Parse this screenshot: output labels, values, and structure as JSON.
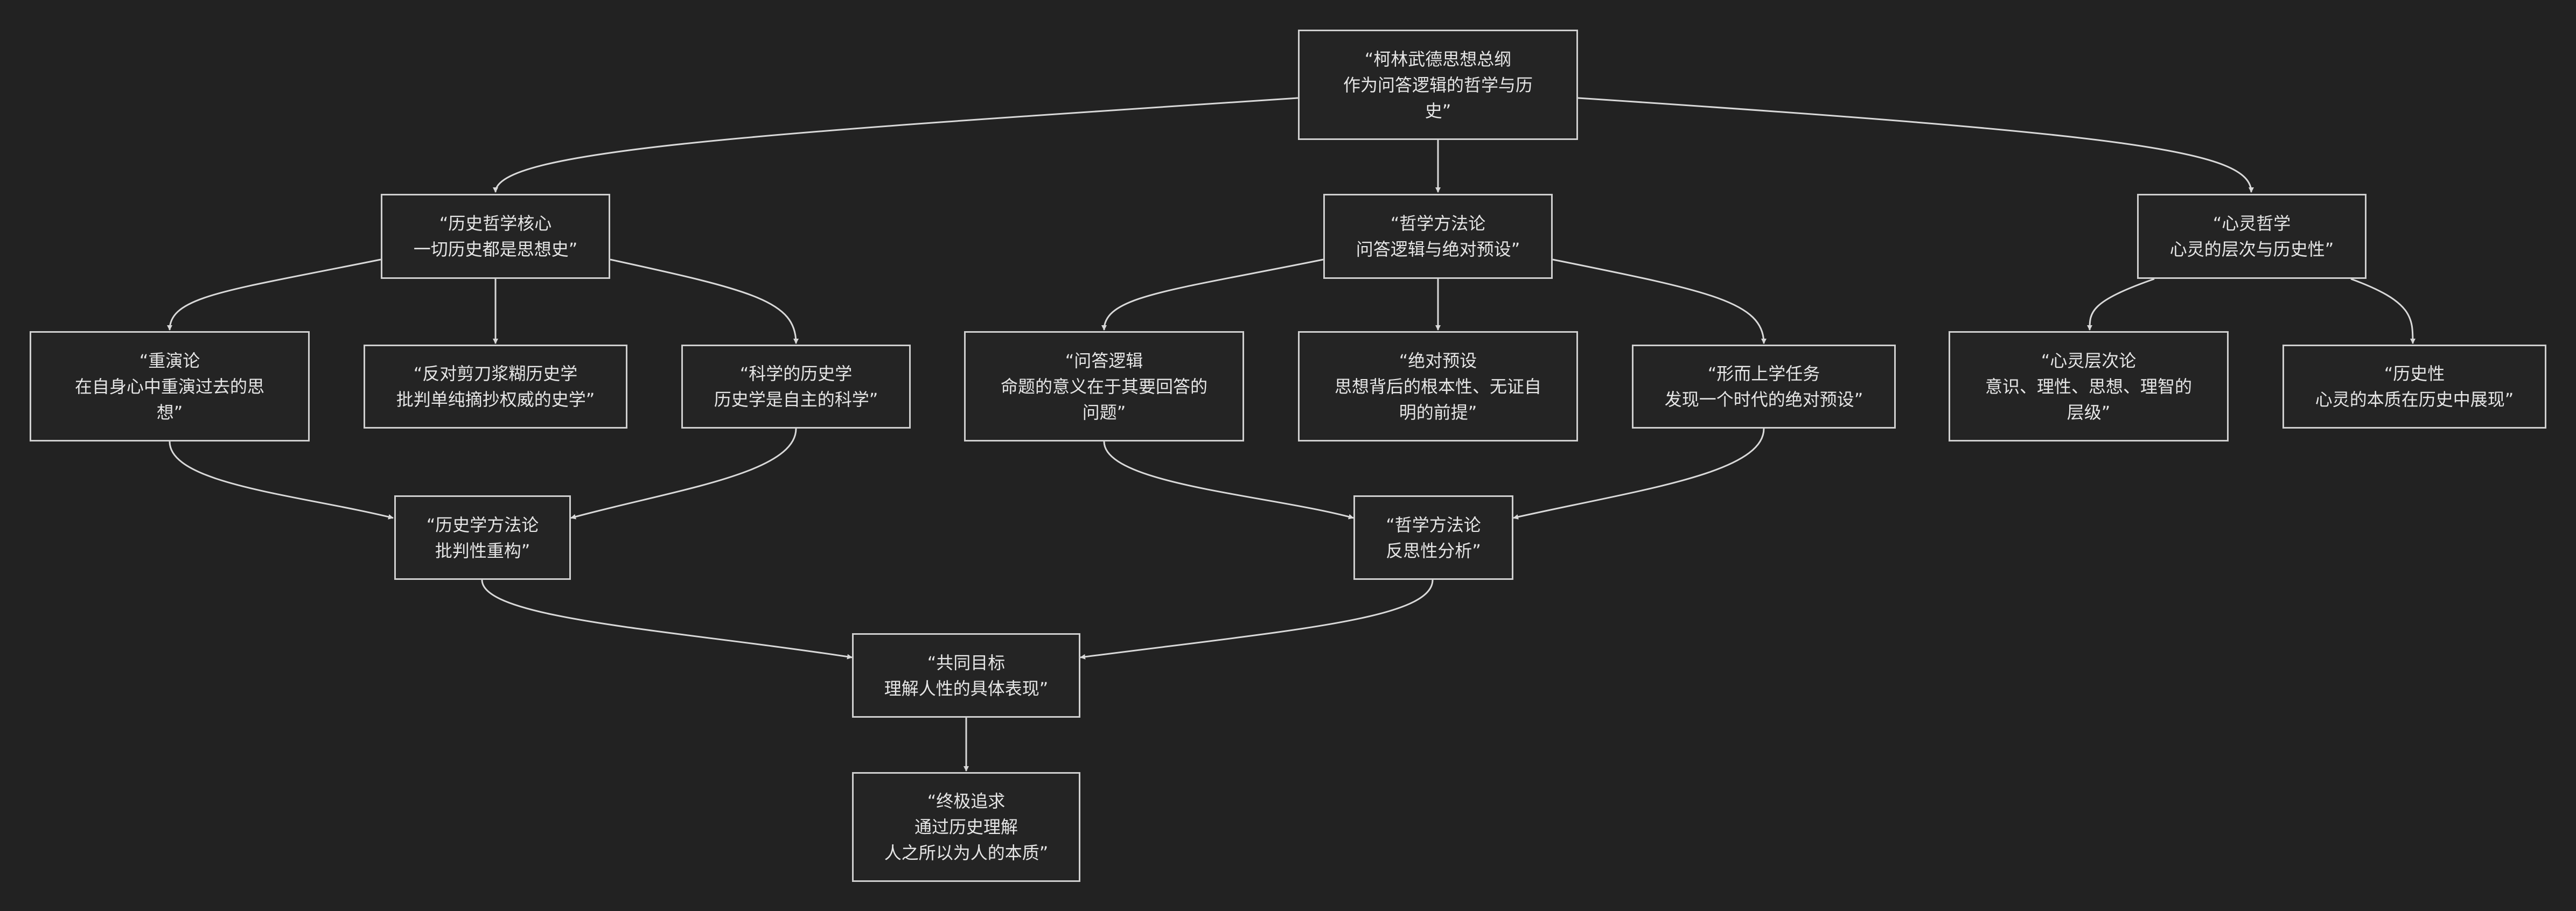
{
  "diagram": {
    "nodes": [
      {
        "id": "root",
        "label": "“柯林武德思想总纲\n作为问答逻辑的哲学与历\n史”"
      },
      {
        "id": "history_core",
        "label": "“历史哲学核心\n一切历史都是思想史”"
      },
      {
        "id": "philosophy_method",
        "label": "“哲学方法论\n问答逻辑与绝对预设”"
      },
      {
        "id": "mind_philosophy",
        "label": "“心灵哲学\n心灵的层次与历史性”"
      },
      {
        "id": "reenactment",
        "label": "“重演论\n在自身心中重演过去的思\n想”"
      },
      {
        "id": "anti_scissors",
        "label": "“反对剪刀浆糊历史学\n批判单纯摘抄权威的史学”"
      },
      {
        "id": "scientific_history",
        "label": "“科学的历史学\n历史学是自主的科学”"
      },
      {
        "id": "qa_logic",
        "label": "“问答逻辑\n命题的意义在于其要回答的\n问题”"
      },
      {
        "id": "absolute_presuppositions",
        "label": "“绝对预设\n思想背后的根本性、无证自\n明的前提”"
      },
      {
        "id": "metaphysics_task",
        "label": "“形而上学任务\n发现一个时代的绝对预设”"
      },
      {
        "id": "mind_levels",
        "label": "“心灵层次论\n意识、理性、思想、理智的\n层级”"
      },
      {
        "id": "historicity",
        "label": "“历史性\n心灵的本质在历史中展现”"
      },
      {
        "id": "history_method",
        "label": "“历史学方法论\n批判性重构”"
      },
      {
        "id": "philosophy_method2",
        "label": "“哲学方法论\n反思性分析”"
      },
      {
        "id": "common_goal",
        "label": "“共同目标\n理解人性的具体表现”"
      },
      {
        "id": "ultimate_pursuit",
        "label": "“终极追求\n通过历史理解\n人之所以为人的本质”"
      }
    ],
    "edges": [
      [
        "root",
        "history_core"
      ],
      [
        "root",
        "philosophy_method"
      ],
      [
        "root",
        "mind_philosophy"
      ],
      [
        "history_core",
        "reenactment"
      ],
      [
        "history_core",
        "anti_scissors"
      ],
      [
        "history_core",
        "scientific_history"
      ],
      [
        "philosophy_method",
        "qa_logic"
      ],
      [
        "philosophy_method",
        "absolute_presuppositions"
      ],
      [
        "philosophy_method",
        "metaphysics_task"
      ],
      [
        "mind_philosophy",
        "mind_levels"
      ],
      [
        "mind_philosophy",
        "historicity"
      ],
      [
        "reenactment",
        "history_method"
      ],
      [
        "scientific_history",
        "history_method"
      ],
      [
        "qa_logic",
        "philosophy_method2"
      ],
      [
        "metaphysics_task",
        "philosophy_method2"
      ],
      [
        "history_method",
        "common_goal"
      ],
      [
        "philosophy_method2",
        "common_goal"
      ],
      [
        "common_goal",
        "ultimate_pursuit"
      ]
    ]
  }
}
